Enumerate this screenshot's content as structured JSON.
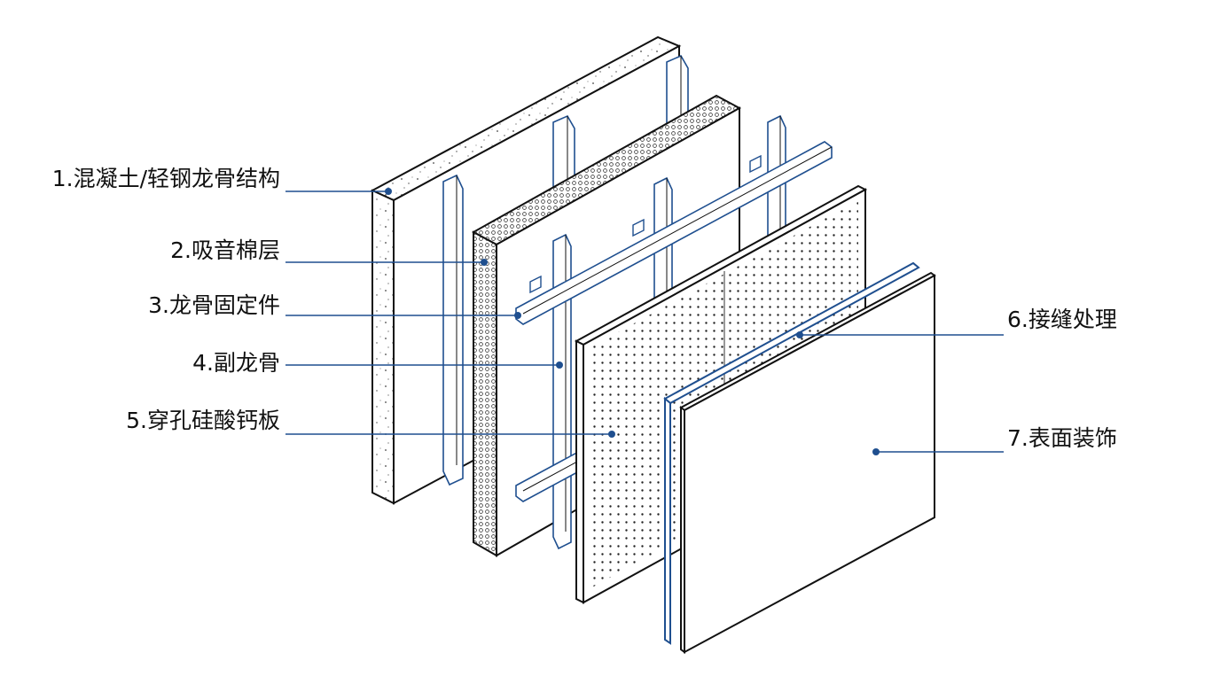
{
  "colors": {
    "outline": "#111111",
    "accent": "#1f4f8f",
    "leader": "#1f4f8f",
    "dot": "#1f4f8f",
    "background": "#ffffff"
  },
  "labels": {
    "layer1": "1.混凝土/轻钢龙骨结构",
    "layer2": "2.吸音棉层",
    "layer3": "3.龙骨固定件",
    "layer4": "4.副龙骨",
    "layer5": "5.穿孔硅酸钙板",
    "layer6": "6.接缝处理",
    "layer7": "7.表面装饰"
  }
}
